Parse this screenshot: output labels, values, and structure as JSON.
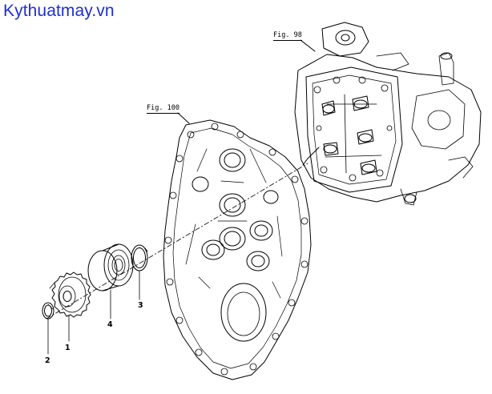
{
  "watermark": "Kythuatmay.vn",
  "figure_refs": {
    "fig98": "Fig. 98",
    "fig100": "Fig. 100"
  },
  "callouts": {
    "c1": "1",
    "c2": "2",
    "c3": "3",
    "c4": "4"
  },
  "colors": {
    "watermark": "#1f2fd0",
    "line": "#000000",
    "background": "#ffffff"
  }
}
